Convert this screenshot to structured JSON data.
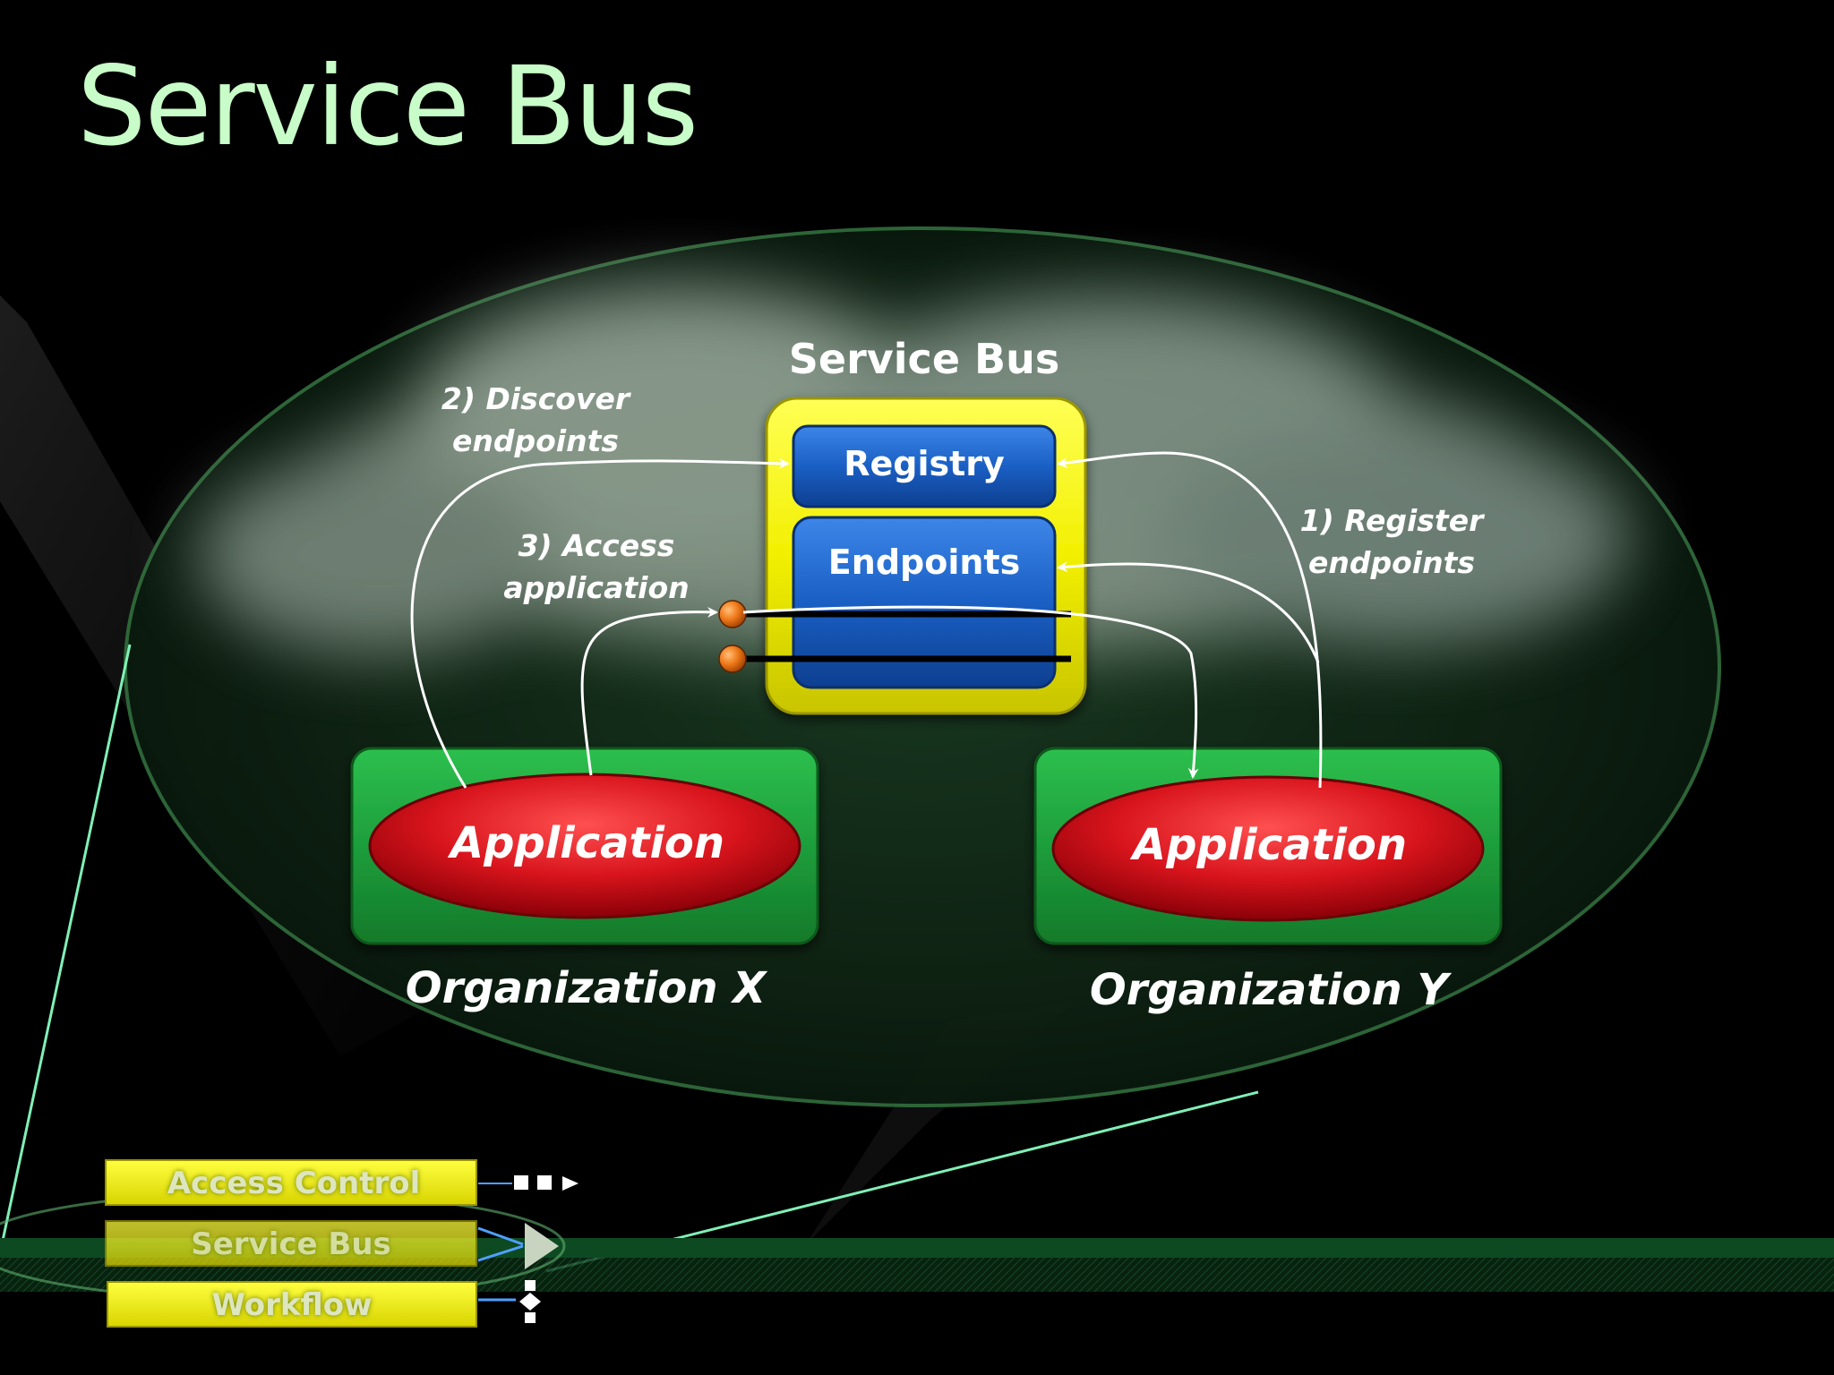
{
  "slide": {
    "title": "Service Bus"
  },
  "diagram": {
    "cloud_title": "Service Bus",
    "registry_label": "Registry",
    "endpoints_label": "Endpoints",
    "steps": {
      "register": {
        "line1": "1) Register",
        "line2": "endpoints"
      },
      "discover": {
        "line1": "2) Discover",
        "line2": "endpoints"
      },
      "access": {
        "line1": "3) Access",
        "line2": "application"
      }
    },
    "org_x": {
      "app_label": "Application",
      "org_label": "Organization X"
    },
    "org_y": {
      "app_label": "Application",
      "org_label": "Organization Y"
    }
  },
  "nav": {
    "items": [
      {
        "label": "Access Control"
      },
      {
        "label": "Service Bus"
      },
      {
        "label": "Workflow"
      }
    ]
  },
  "colors": {
    "title": "#c8fcc8",
    "green_box": "#1e9e3c",
    "red_ellipse": "#d8141c",
    "blue_box": "#1a5fc4",
    "yellow_frame": "#f2f000",
    "orange_dot": "#f07a1a"
  }
}
